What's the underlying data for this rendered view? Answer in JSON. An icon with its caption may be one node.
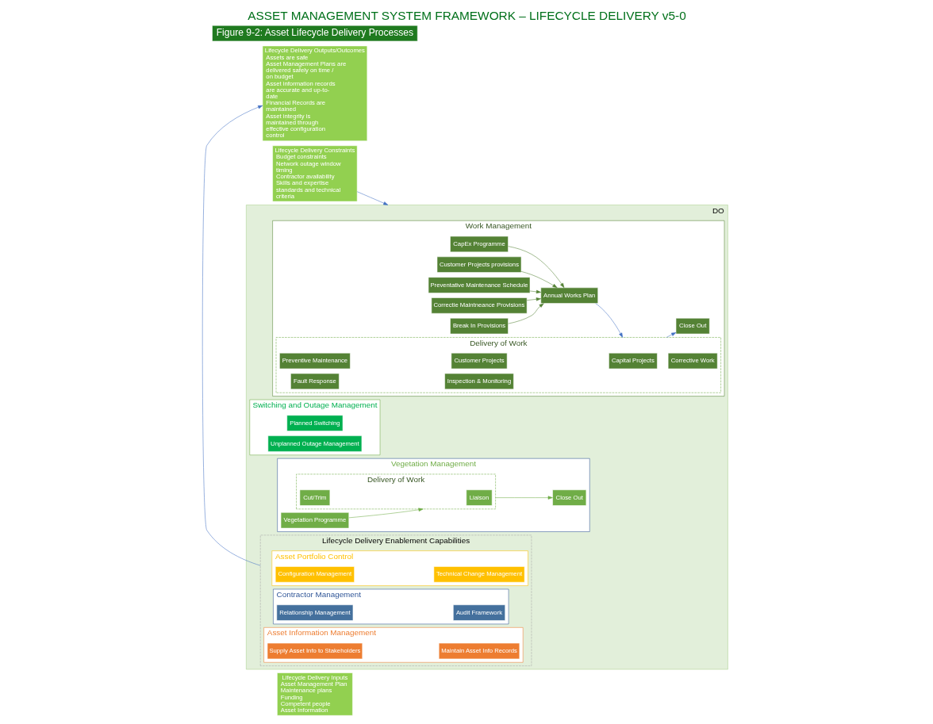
{
  "diagram": {
    "title": "ASSET MANAGEMENT SYSTEM FRAMEWORK – LIFECYCLE DELIVERY v5-0",
    "caption": "Figure 9-2: Asset Lifecycle Delivery Processes",
    "nodes": [
      {
        "text": [
          "Lifecycle Delivery Inputs",
          "Asset Management Plan",
          "Maintenance plans",
          "Funding",
          "Competent people",
          "Asset Information"
        ]
      },
      {
        "text": [
          "Lifecycle Delivery Constraints",
          "Budget constraints",
          "Network outage window timing",
          "Contractor availability",
          "Skills and expertise",
          "standards and technical criteria"
        ]
      },
      {
        "text": [
          "Lifecycle Delivery Outputs/Outcomes",
          "Assets are safe",
          "Asset Management Plans are delivered safely on time / on budget",
          "Asset information records are accurate and up-to-date",
          "Financial Records are maintained",
          "Asset integrity is maintained through effective configuration control"
        ]
      },
      {
        "text": [
          "DO"
        ]
      },
      {
        "text": [
          "Work Management"
        ],
        "in": 3
      },
      {
        "text": [
          "CapEx Programme"
        ],
        "in": 4
      },
      {
        "text": [
          "Customer Projects provisions"
        ],
        "in": 4
      },
      {
        "text": [
          "Preventative Maintenance Schedule"
        ],
        "in": 4
      },
      {
        "text": [
          "Correctie Maintneance Provisions"
        ],
        "in": 4
      },
      {
        "text": [
          "Break In Provisions"
        ],
        "in": 4
      },
      {
        "text": [
          "Annual Works Plan"
        ],
        "in": 4
      },
      {
        "text": [
          "Delivery of Work"
        ],
        "in": 4
      },
      {
        "text": [
          "Capital Projects"
        ],
        "in": 11
      },
      {
        "text": [
          "Corrective Work"
        ],
        "in": 11
      },
      {
        "text": [
          "Preventive Maintenance"
        ],
        "in": 11
      },
      {
        "text": [
          "Customer Projects"
        ],
        "in": 11
      },
      {
        "text": [
          "Fault Response"
        ],
        "in": 11
      },
      {
        "text": [
          "Inspection & Monitoring"
        ],
        "in": 11
      },
      {
        "text": [
          "Close Out"
        ],
        "in": 4
      },
      {
        "text": [
          "Switching and Outage Management"
        ],
        "in": 3
      },
      {
        "text": [
          "Planned Switching"
        ],
        "in": 19
      },
      {
        "text": [
          "Unplanned Outage Management"
        ],
        "in": 19
      },
      {
        "text": [
          "Vegetation Management"
        ],
        "in": 3
      },
      {
        "text": [
          "Vegetation Programme"
        ],
        "in": 22
      },
      {
        "text": [
          "Delivery of Work"
        ],
        "in": 22
      },
      {
        "text": [
          "Liaison"
        ],
        "in": 24
      },
      {
        "text": [
          "Cut/Trim"
        ],
        "in": 24
      },
      {
        "text": [
          "Close Out"
        ],
        "in": 22
      },
      {
        "text": [
          "Lifecycle Delivery Enablement Capabilities"
        ],
        "in": 3
      },
      {
        "text": [
          "Asset Portfolio Control"
        ],
        "in": 28
      },
      {
        "text": [
          "Configuration Management"
        ],
        "in": 29
      },
      {
        "text": [
          "Technical Change Management"
        ],
        "in": 29
      },
      {
        "text": [
          "Contractor Management"
        ],
        "in": 28
      },
      {
        "text": [
          "Relationship Management"
        ],
        "in": 32
      },
      {
        "text": [
          "Audit Framework"
        ],
        "in": 32
      },
      {
        "text": [
          "Asset Information Management"
        ],
        "in": 28
      },
      {
        "text": [
          "Supply Asset Info to Stakeholders"
        ],
        "in": 35
      },
      {
        "text": [
          "Maintain Asset Info Records"
        ],
        "in": 35
      }
    ],
    "edges": [
      {
        "from": 1,
        "to": 3,
        "arrow": "to",
        "color": "#4472c4"
      },
      {
        "from": 28,
        "to": 2,
        "arrow": "to",
        "color": "#4472c4"
      },
      {
        "from": 5,
        "to": 10,
        "arrow": "to"
      },
      {
        "from": 6,
        "to": 10,
        "arrow": "to"
      },
      {
        "from": 7,
        "to": 10,
        "arrow": "to"
      },
      {
        "from": 8,
        "to": 10,
        "arrow": "to"
      },
      {
        "from": 9,
        "to": 10,
        "arrow": "to"
      },
      {
        "from": 10,
        "to": 11,
        "arrow": "to",
        "color": "#4472c4"
      },
      {
        "from": 11,
        "to": 18,
        "arrow": "to",
        "color": "#4472c4"
      },
      {
        "from": 23,
        "to": 24,
        "arrow": "to",
        "color": "#70ad47"
      },
      {
        "from": 24,
        "to": 27,
        "arrow": "to",
        "color": "#70ad47"
      }
    ]
  }
}
